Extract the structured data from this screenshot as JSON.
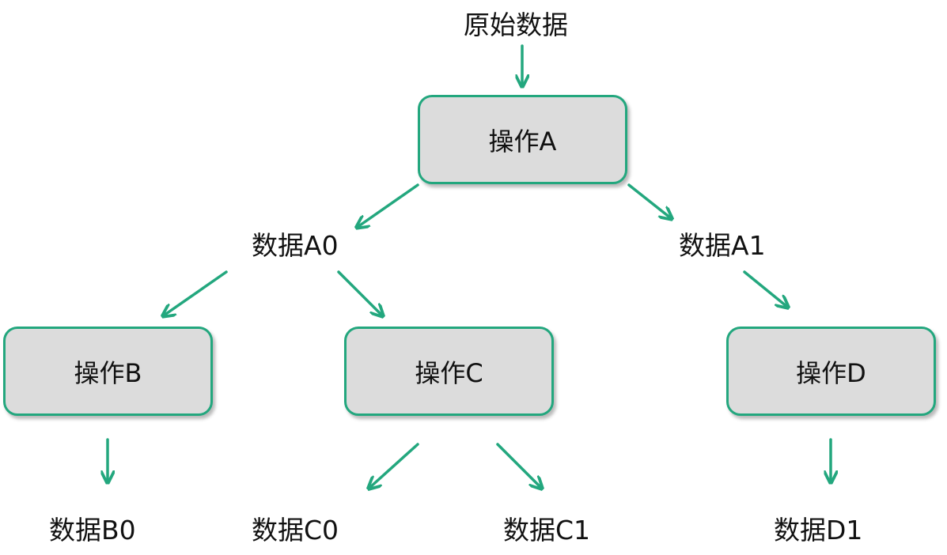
{
  "colors": {
    "accent": "#23a77e",
    "box_fill": "#dcdcdc",
    "text": "#111111"
  },
  "nodes": {
    "source_data": "原始数据",
    "op_a": "操作A",
    "data_a0": "数据A0",
    "data_a1": "数据A1",
    "op_b": "操作B",
    "op_c": "操作C",
    "op_d": "操作D",
    "data_b0": "数据B0",
    "data_c0": "数据C0",
    "data_c1": "数据C1",
    "data_d1": "数据D1"
  }
}
